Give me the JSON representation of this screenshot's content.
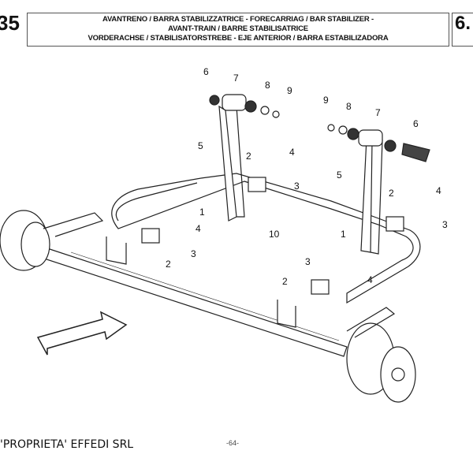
{
  "header": {
    "section": "35",
    "page_ref": "6.",
    "title_lines": [
      "AVANTRENO / BARRA STABILIZZATRICE - FORECARRIAG / BAR STABILIZER -",
      "AVANT-TRAIN / BARRE STABILISATRICE",
      "VORDERACHSE / STABILISATORSTREBE - EJE ANTERIOR / BARRA ESTABILIZADORA"
    ]
  },
  "callouts": [
    "6",
    "7",
    "8",
    "9",
    "9",
    "8",
    "7",
    "6",
    "5",
    "2",
    "4",
    "3",
    "1",
    "5",
    "2",
    "4",
    "3",
    "1",
    "10",
    "4",
    "3",
    "2",
    "3",
    "2",
    "4"
  ],
  "footer": {
    "owner": "'PROPRIETA' EFFEDI SRL",
    "page": "-64-"
  }
}
